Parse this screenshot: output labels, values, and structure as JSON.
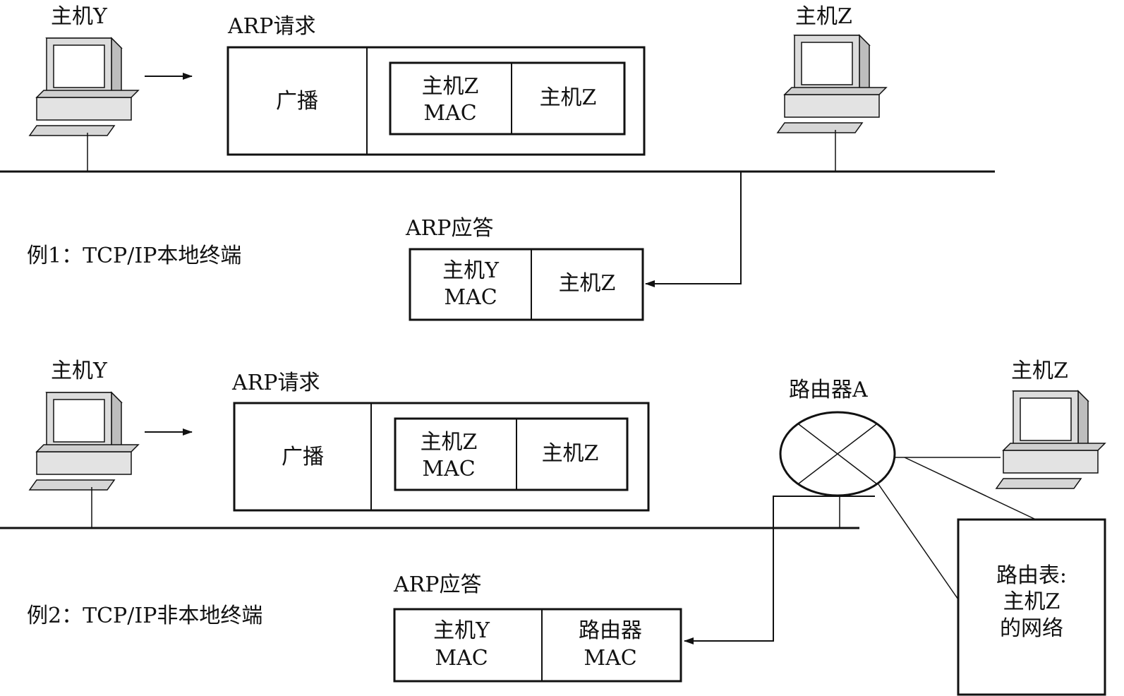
{
  "example1": {
    "caption": "例1：TCP/IP本地终端",
    "host_y": "主机Y",
    "host_z": "主机Z",
    "request": {
      "title": "ARP请求",
      "broadcast": "广播",
      "target_mac": [
        "主机Z",
        "MAC"
      ],
      "target_ip": "主机Z"
    },
    "reply": {
      "title": "ARP应答",
      "mac": [
        "主机Y",
        "MAC"
      ],
      "ip": "主机Z"
    }
  },
  "example2": {
    "caption": "例2：TCP/IP非本地终端",
    "host_y": "主机Y",
    "host_z": "主机Z",
    "router": "路由器A",
    "request": {
      "title": "ARP请求",
      "broadcast": "广播",
      "target_mac": [
        "主机Z",
        "MAC"
      ],
      "target_ip": "主机Z"
    },
    "reply": {
      "title": "ARP应答",
      "mac": [
        "主机Y",
        "MAC"
      ],
      "router_mac": [
        "路由器",
        "MAC"
      ]
    },
    "routing_table": [
      "路由表:",
      "主机Z",
      "的网络"
    ]
  }
}
